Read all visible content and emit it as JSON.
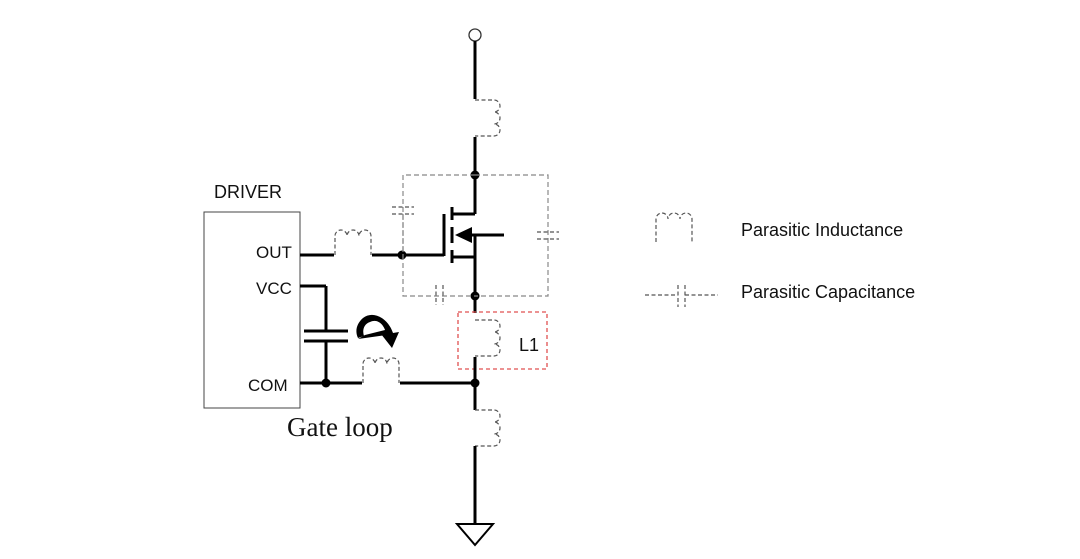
{
  "driver": {
    "title": "DRIVER",
    "pins": {
      "out": "OUT",
      "vcc": "VCC",
      "com": "COM"
    }
  },
  "gate_loop_label": "Gate loop",
  "l1_label": "L1",
  "legend": {
    "inductance": "Parasitic Inductance",
    "capacitance": "Parasitic Capacitance"
  },
  "colors": {
    "wire": "#000000",
    "parasitic": "#777777",
    "l1_box": "#e05050"
  }
}
